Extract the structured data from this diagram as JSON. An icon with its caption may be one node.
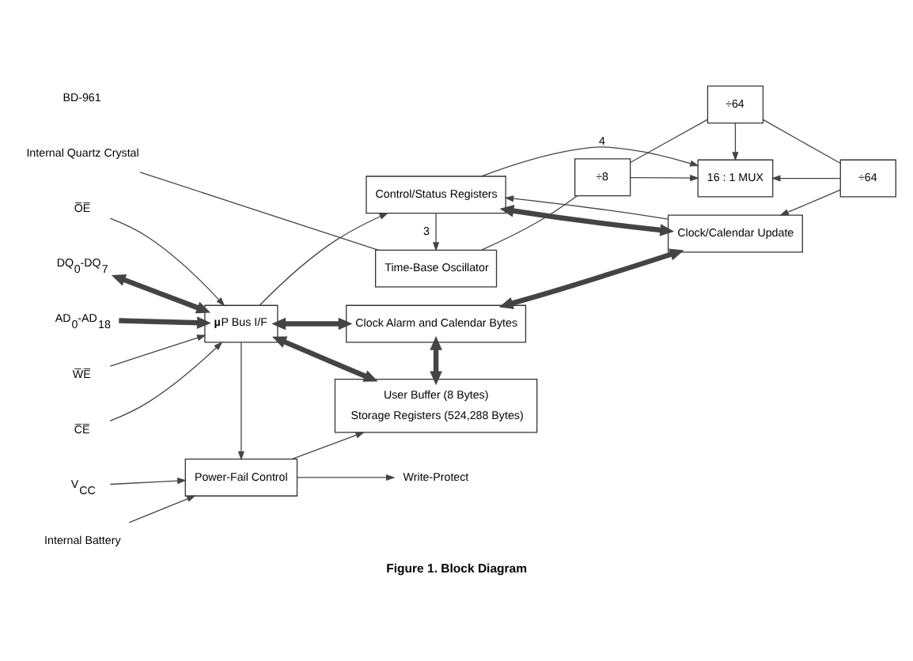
{
  "diagram": {
    "caption": "Figure 1. Block Diagram",
    "nodes": [
      {
        "text": [
          "Internal Quartz Crystal"
        ]
      },
      {
        "text": [
          "Time-Base Oscillator"
        ]
      },
      {
        "text": [
          "÷8"
        ]
      },
      {
        "text": [
          "÷64"
        ]
      },
      {
        "text": [
          "÷64"
        ]
      },
      {
        "text": [
          "16 : 1 MUX"
        ]
      },
      {
        "text": [
          "Control/Status Registers"
        ]
      },
      {
        "text": [
          "Clock Alarm and Calendar Bytes"
        ]
      },
      {
        "text": [
          "Clock/Calendar Update"
        ]
      },
      {
        "text": [
          "C̅E̅"
        ]
      },
      {
        "text": [
          "O̅E̅"
        ]
      },
      {
        "text": [
          "DQ$_{0}$-DQ$_{7}$"
        ]
      },
      {
        "text": [
          "AD$_{0}$-AD$_{18}$"
        ]
      },
      {
        "text": [
          "W̅E̅"
        ]
      },
      {
        "text": [
          "**µ**P Bus I/F"
        ]
      },
      {
        "text": [
          "User Buffer (8 Bytes)",
          "Storage Registers (524,288 Bytes)"
        ]
      },
      {
        "text": [
          "V$_{CC}$"
        ]
      },
      {
        "text": [
          "Power-Fail Control"
        ]
      },
      {
        "text": [
          "Internal Battery"
        ]
      },
      {
        "text": [
          "Write-Protect"
        ]
      }
    ],
    "edges": [
      {
        "from": 0,
        "to": 1,
        "arrow": "none"
      },
      {
        "from": 1,
        "to": 2,
        "arrow": "none"
      },
      {
        "from": 2,
        "to": 3,
        "arrow": "none"
      },
      {
        "from": 3,
        "to": 4,
        "arrow": "none"
      },
      {
        "from": 2,
        "to": 5,
        "arrow": "to"
      },
      {
        "from": 3,
        "to": 5,
        "arrow": "to"
      },
      {
        "from": 4,
        "to": 5,
        "arrow": "to"
      },
      {
        "from": 4,
        "to": 8,
        "arrow": "to"
      },
      {
        "from": 6,
        "to": 1,
        "arrow": "to",
        "label": "3"
      },
      {
        "from": 6,
        "to": 5,
        "arrow": "to",
        "label": "4"
      },
      {
        "from": 8,
        "to": 6,
        "arrow": "to"
      },
      {
        "from": 6,
        "to": 8,
        "arrow": "both",
        "style": "thick"
      },
      {
        "from": 7,
        "to": 8,
        "arrow": "both",
        "style": "thick"
      },
      {
        "from": 7,
        "to": 15,
        "arrow": "both",
        "style": "thick"
      },
      {
        "from": 9,
        "to": 14,
        "arrow": "to"
      },
      {
        "from": 10,
        "to": 14,
        "arrow": "to"
      },
      {
        "from": 11,
        "to": 14,
        "arrow": "both",
        "style": "thick"
      },
      {
        "from": 12,
        "to": 14,
        "arrow": "to",
        "style": "thick"
      },
      {
        "from": 13,
        "to": 14,
        "arrow": "to"
      },
      {
        "from": 14,
        "to": 6,
        "arrow": "to"
      },
      {
        "from": 14,
        "to": 7,
        "arrow": "both",
        "style": "thick"
      },
      {
        "from": 14,
        "to": 15,
        "arrow": "both",
        "style": "thick"
      },
      {
        "from": 14,
        "to": 17,
        "arrow": "to"
      },
      {
        "from": 17,
        "to": 15,
        "arrow": "to"
      },
      {
        "from": 16,
        "to": 17,
        "arrow": "to"
      },
      {
        "from": 18,
        "to": 17,
        "arrow": "to"
      },
      {
        "from": 17,
        "to": 19,
        "arrow": "to"
      }
    ],
    "labels": [
      "BD-961"
    ]
  }
}
